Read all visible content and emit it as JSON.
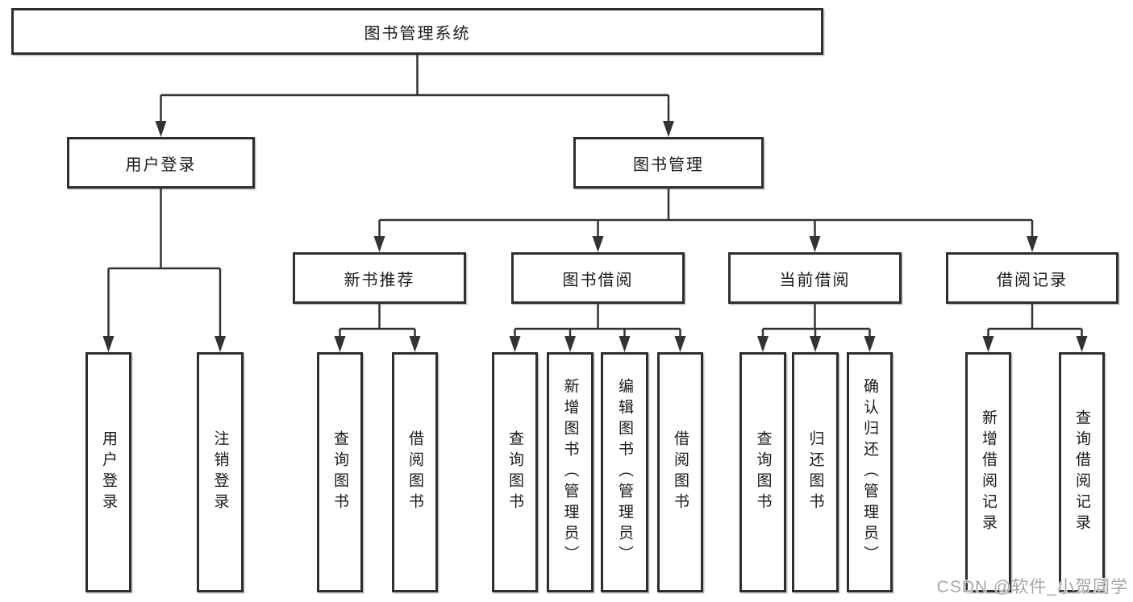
{
  "tree": {
    "root": "图书管理系统",
    "branches": [
      {
        "label": "用户登录",
        "leaves": [
          "用户登录",
          "注销登录"
        ]
      },
      {
        "label": "图书管理",
        "children": [
          {
            "label": "新书推荐",
            "leaves": [
              "查询图书",
              "借阅图书"
            ]
          },
          {
            "label": "图书借阅",
            "leaves": [
              "查询图书",
              "新增图书（管理员）",
              "编辑图书（管理员）",
              "借阅图书"
            ]
          },
          {
            "label": "当前借阅",
            "leaves": [
              "查询图书",
              "归还图书",
              "确认归还（管理员）"
            ]
          },
          {
            "label": "借阅记录",
            "leaves": [
              "新增借阅记录",
              "查询借阅记录"
            ]
          }
        ]
      }
    ]
  },
  "watermark": "CSDN @软件_小贺同学",
  "colors": {
    "line": "#333333",
    "box_border": "#2e2e2e",
    "box_background": "#ffffff",
    "text": "#1a1a1a",
    "watermark": "#a6a6a6"
  }
}
